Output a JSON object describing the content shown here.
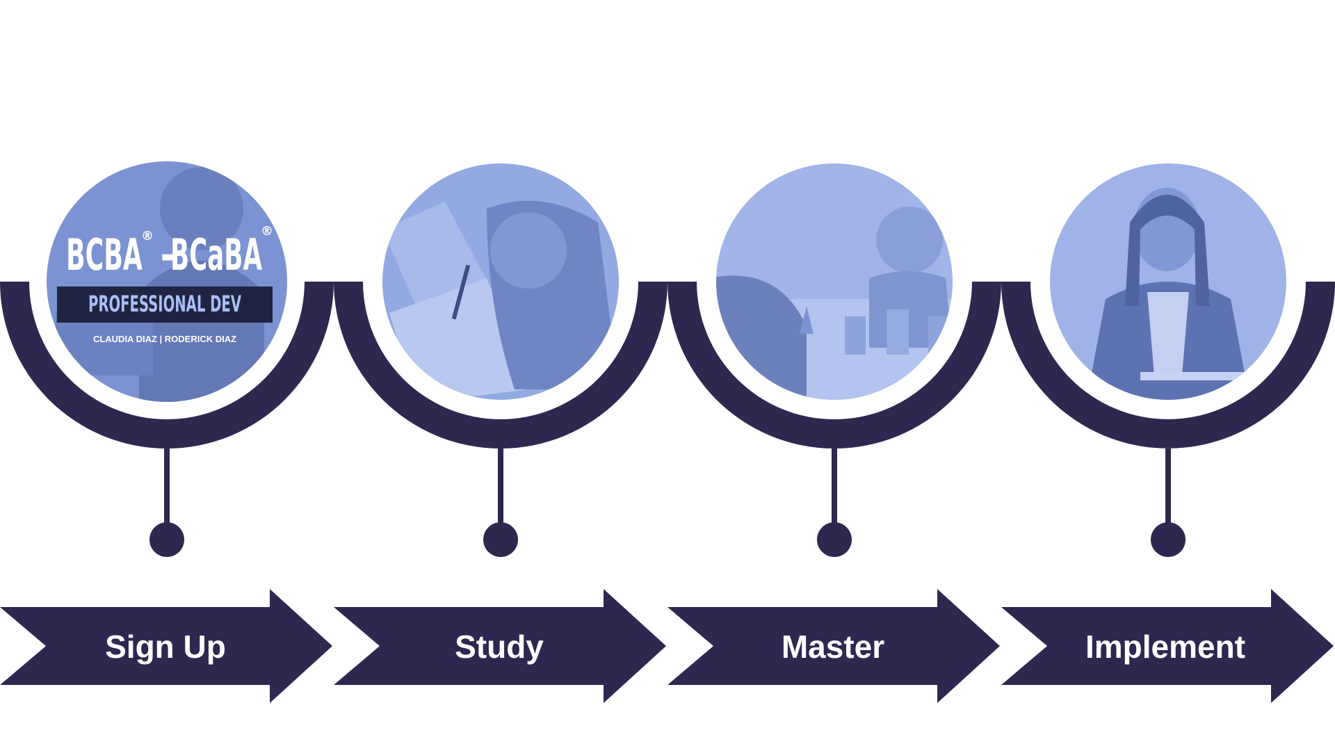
{
  "colors": {
    "navy": "#2e2750",
    "photo_tint": "#8ea6e0",
    "logo_box": "#1f2540",
    "white": "#ffffff"
  },
  "steps": [
    {
      "label": "Sign Up",
      "image": "bcba-logo-photo"
    },
    {
      "label": "Study",
      "image": "woman-writing-photo"
    },
    {
      "label": "Master",
      "image": "child-learning-photo"
    },
    {
      "label": "Implement",
      "image": "smiling-professional-photo"
    }
  ],
  "logo": {
    "title_left": "BCBA",
    "title_sep": "-",
    "title_right": "BCaBA",
    "registered": "®",
    "subtitle": "PROFESSIONAL DEV",
    "names": "CLAUDIA DIAZ  |  RODERICK DIAZ"
  }
}
